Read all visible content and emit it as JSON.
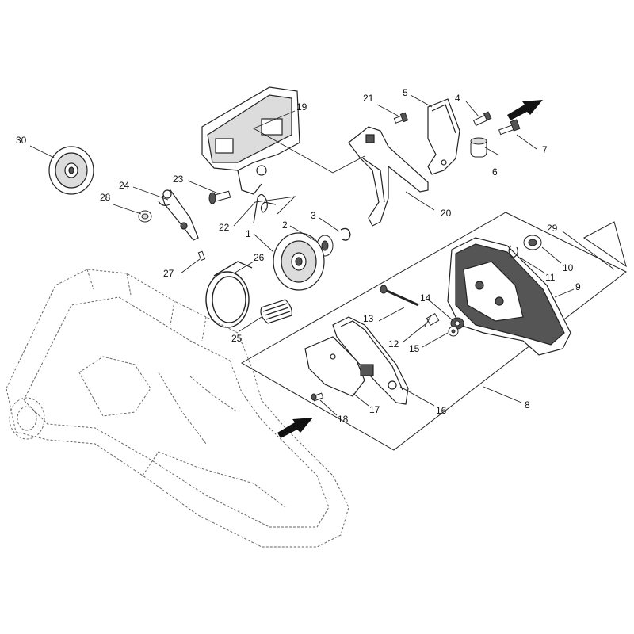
{
  "diagram": {
    "type": "exploded-parts-diagram",
    "callouts": [
      {
        "id": "1",
        "label": "1"
      },
      {
        "id": "2",
        "label": "2"
      },
      {
        "id": "3",
        "label": "3"
      },
      {
        "id": "4",
        "label": "4"
      },
      {
        "id": "5",
        "label": "5"
      },
      {
        "id": "6",
        "label": "6"
      },
      {
        "id": "7",
        "label": "7"
      },
      {
        "id": "8",
        "label": "8"
      },
      {
        "id": "9",
        "label": "9"
      },
      {
        "id": "10",
        "label": "10"
      },
      {
        "id": "11",
        "label": "11"
      },
      {
        "id": "12",
        "label": "12"
      },
      {
        "id": "13",
        "label": "13"
      },
      {
        "id": "14",
        "label": "14"
      },
      {
        "id": "15",
        "label": "15"
      },
      {
        "id": "16",
        "label": "16"
      },
      {
        "id": "17",
        "label": "17"
      },
      {
        "id": "18",
        "label": "18"
      },
      {
        "id": "19",
        "label": "19"
      },
      {
        "id": "20",
        "label": "20"
      },
      {
        "id": "21",
        "label": "21"
      },
      {
        "id": "22",
        "label": "22"
      },
      {
        "id": "23",
        "label": "23"
      },
      {
        "id": "24",
        "label": "24"
      },
      {
        "id": "25",
        "label": "25"
      },
      {
        "id": "26",
        "label": "26"
      },
      {
        "id": "27",
        "label": "27"
      },
      {
        "id": "28",
        "label": "28"
      },
      {
        "id": "29",
        "label": "29"
      },
      {
        "id": "30",
        "label": "30"
      }
    ],
    "colors": {
      "line": "#222222",
      "part_fill": "#ffffff",
      "shade": "#dcdcdc",
      "dark": "#555555"
    }
  }
}
